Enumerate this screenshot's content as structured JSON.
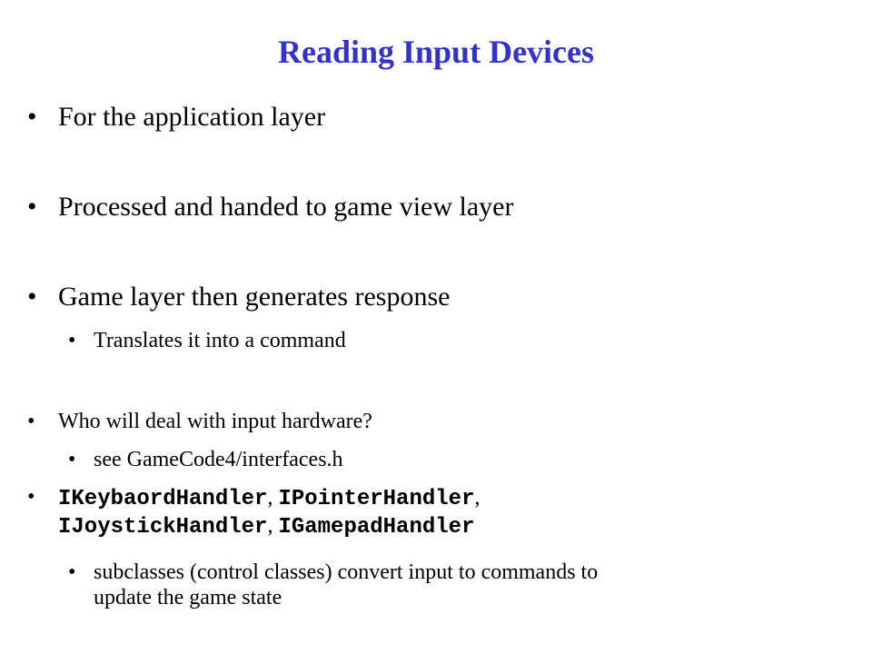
{
  "slide": {
    "title": "Reading Input Devices",
    "bullet_glyph": "•",
    "bullets": [
      {
        "text": "For the application layer"
      },
      {
        "text": "Processed and handed to game view layer"
      },
      {
        "text": "Game layer then generates response"
      },
      {
        "text": "Translates it into a command"
      },
      {
        "text": "Who will deal with input hardware?"
      },
      {
        "text": "see GameCode4/interfaces.h"
      },
      {
        "h1": "IKeybaordHandler",
        "sep1": ", ",
        "h2": "IPointerHandler",
        "sep2": ",",
        "h3": "IJoystickHandler",
        "sep3": ", ",
        "h4": "IGamepadHandler"
      },
      {
        "line1": "subclasses (control classes) convert input to commands to",
        "line2": "update the game state"
      }
    ]
  },
  "colors": {
    "title": "#3333cc",
    "text": "#000000",
    "background": "#ffffff"
  }
}
